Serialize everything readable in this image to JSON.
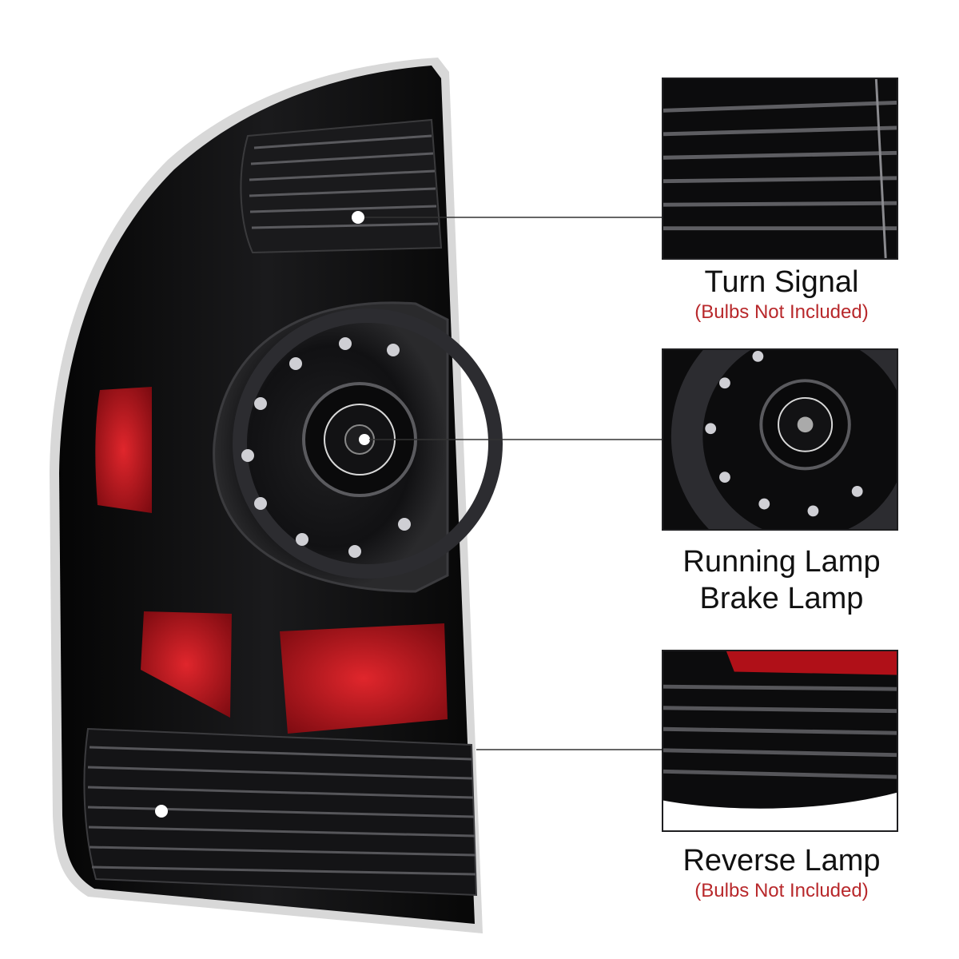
{
  "labels": {
    "turn_signal": {
      "title": "Turn Signal",
      "note": "(Bulbs Not Included)"
    },
    "running_brake": {
      "line1": "Running Lamp",
      "line2": "Brake Lamp"
    },
    "reverse": {
      "title": "Reverse Lamp",
      "note": "(Bulbs Not Included)"
    }
  },
  "colors": {
    "housing": "#0c0c0d",
    "lens_red": "#c0141c",
    "note_red": "#b8282b",
    "chrome_trim": "#d8d8d8"
  }
}
